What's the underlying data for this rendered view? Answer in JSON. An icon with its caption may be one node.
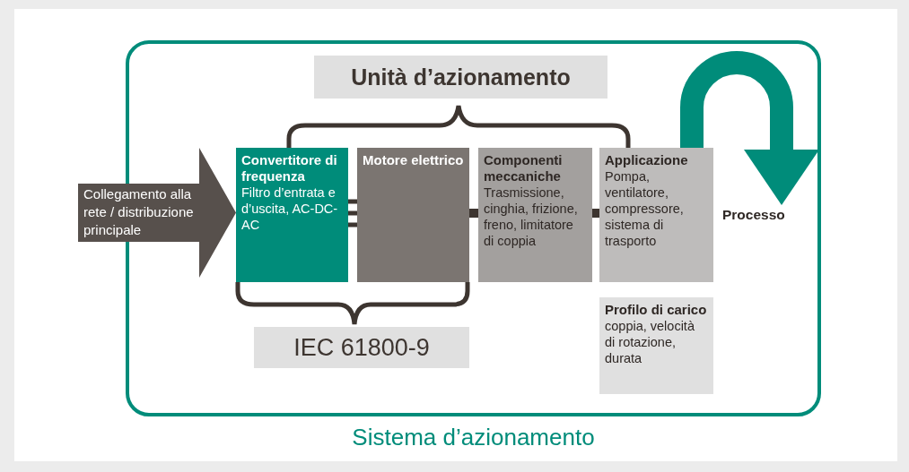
{
  "diagram": {
    "nodes": [
      {
        "text": [
          "Sistema d’azionamento"
        ]
      },
      {
        "text": [
          "Unità d’azionamento"
        ],
        "in": 0
      },
      {
        "text": [
          "Collegamento alla rete / distribuzione principale"
        ]
      },
      {
        "text": [
          "Convertitore di frequenza",
          "Filtro d’entrata e d’uscita, AC-DC-AC"
        ],
        "in": 0
      },
      {
        "text": [
          "Motore elettrico"
        ],
        "in": 0
      },
      {
        "text": [
          "Componenti meccaniche",
          "Trasmissione, cinghia, frizione, freno, limitatore di coppia"
        ],
        "in": 0
      },
      {
        "text": [
          "Applicazione",
          "Pompa, ventilatore, compressore, sistema di trasporto"
        ],
        "in": 0
      },
      {
        "text": [
          "Processo"
        ],
        "in": 0
      },
      {
        "text": [
          "Profilo di carico",
          "coppia, velocità di rotazione, durata"
        ],
        "in": 0
      },
      {
        "text": [
          "IEC 61800-9"
        ],
        "in": 0
      }
    ],
    "edges": [
      {
        "from": 3,
        "to": 4,
        "arrow": "none"
      },
      {
        "from": 4,
        "to": 5,
        "arrow": "none"
      },
      {
        "from": 5,
        "to": 6,
        "arrow": "none"
      },
      {
        "from": 6,
        "to": 7,
        "arrow": "to",
        "style": "thick",
        "color": "#008c7a"
      }
    ]
  }
}
